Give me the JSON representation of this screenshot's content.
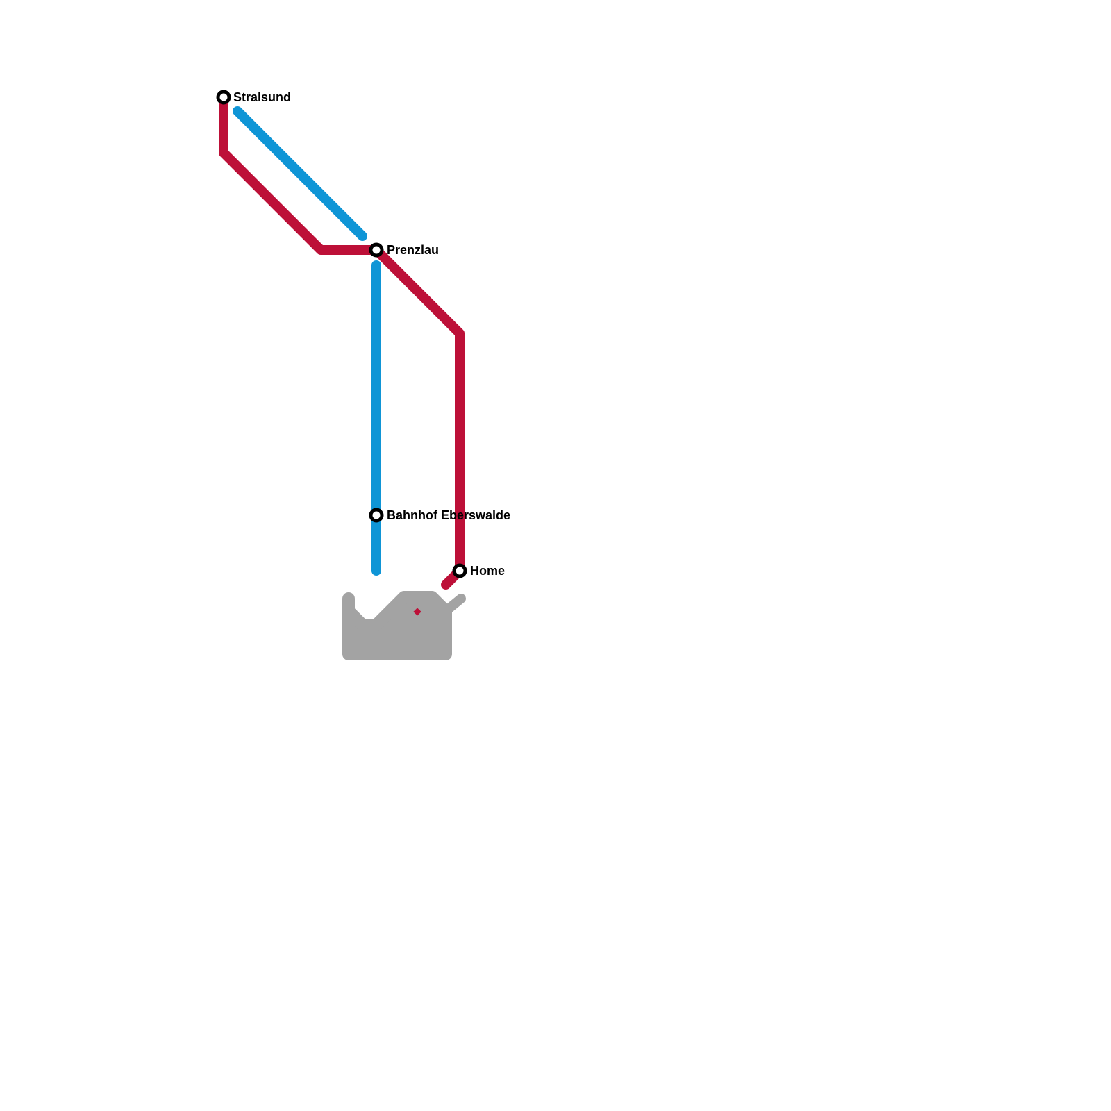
{
  "map": {
    "colors": {
      "line_red": "#bd1038",
      "line_blue": "#0f95d6",
      "blob_gray": "#a3a3a3",
      "station_stroke": "#000000",
      "station_fill": "#ffffff"
    },
    "lines": [
      {
        "id": "red-line",
        "color": "#bd1038"
      },
      {
        "id": "blue-line",
        "color": "#0f95d6"
      }
    ],
    "stations": [
      {
        "id": "stralsund",
        "name": "Stralsund"
      },
      {
        "id": "prenzlau",
        "name": "Prenzlau"
      },
      {
        "id": "bahnhof-eberswalde",
        "name": "Bahnhof Eberswalde"
      },
      {
        "id": "home",
        "name": "Home"
      }
    ]
  }
}
